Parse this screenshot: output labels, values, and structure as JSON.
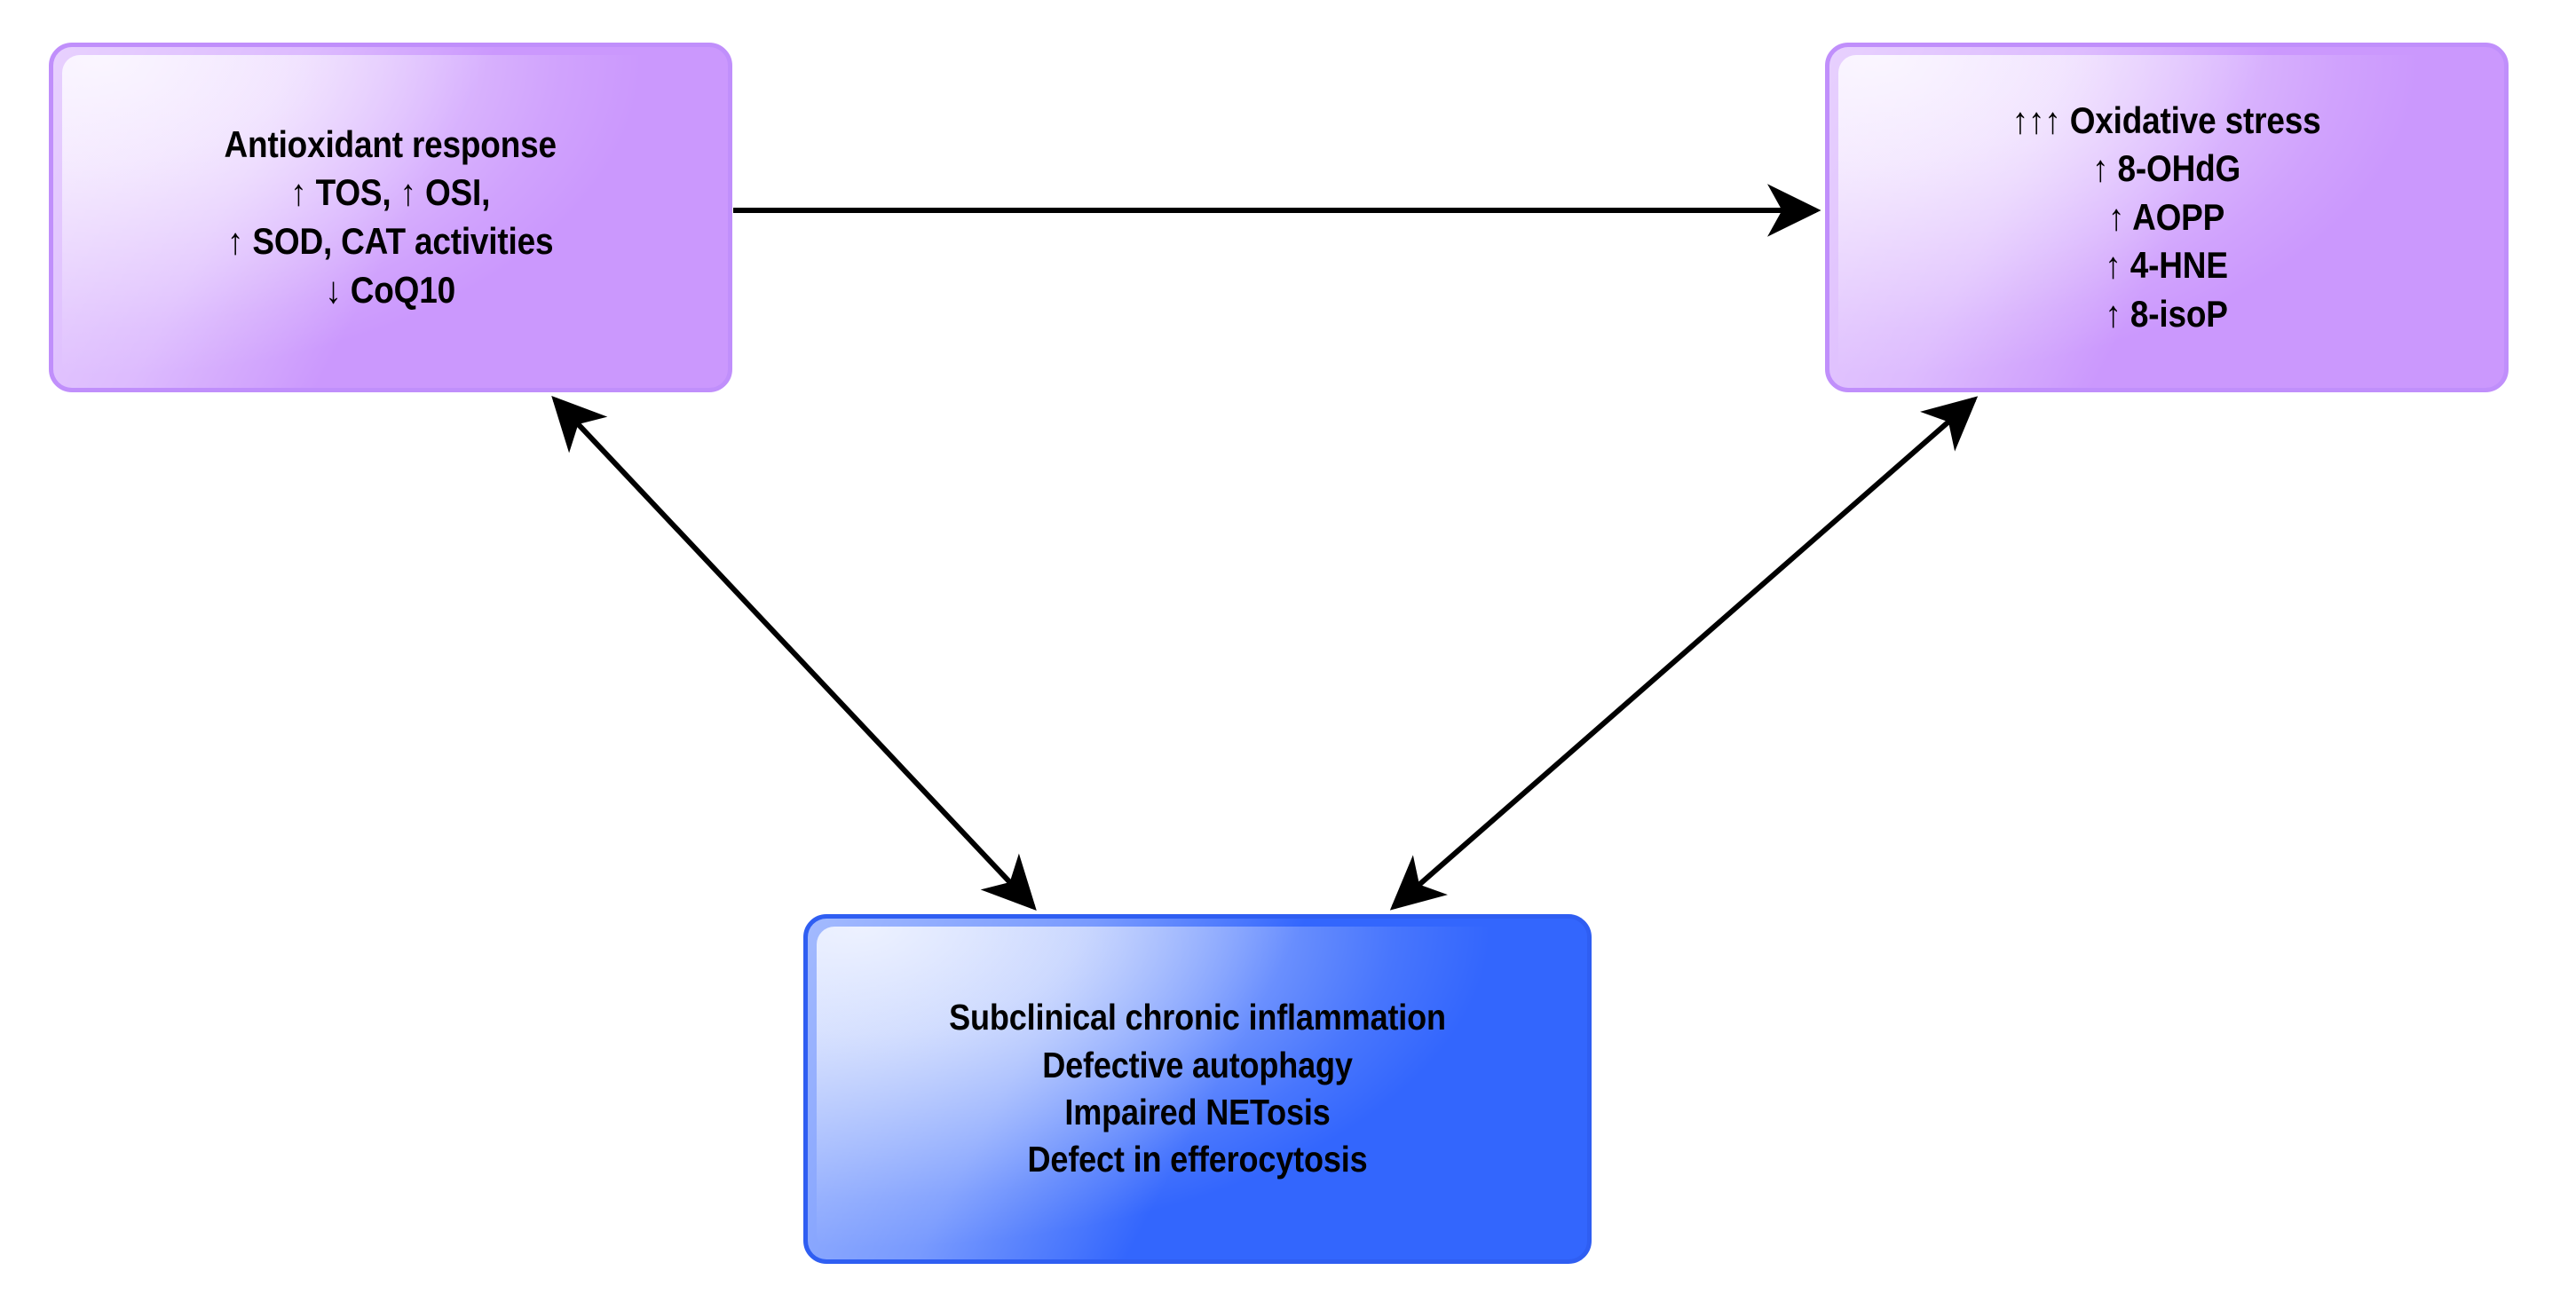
{
  "diagram": {
    "title": "Oxidative stress and subclinical chronic inflammation relationship diagram",
    "background_color": "#ffffff",
    "nodes": [
      {
        "id": "antioxidant-response",
        "text": "Antioxidant response\n↑ TOS, ↑ OSI,\n↑ SOD, CAT activities\n↓ CoQ10",
        "lines": [
          "Antioxidant response",
          "↑ TOS, ↑ OSI,",
          "↑ SOD, CAT activities",
          "↓ CoQ10"
        ],
        "fill_color": "#cb98fd",
        "border_color": "#c08ffb",
        "text_color": "#000000",
        "shape": "rounded-rectangle"
      },
      {
        "id": "oxidative-stress",
        "text": "↑↑↑ Oxidative stress\n↑ 8-OHdG\n↑ AOPP\n↑ 4-HNE\n↑ 8-isoP",
        "lines": [
          "↑↑↑ Oxidative stress",
          "↑ 8-OHdG",
          "↑ AOPP",
          "↑ 4-HNE",
          "↑ 8-isoP"
        ],
        "fill_color": "#cb98fd",
        "border_color": "#c08ffb",
        "text_color": "#000000",
        "shape": "rounded-rectangle"
      },
      {
        "id": "subclinical-inflammation",
        "text": "Subclinical chronic inflammation\nDefective autophagy\nImpaired NETosis\nDefect in efferocytosis",
        "lines": [
          "Subclinical chronic inflammation",
          "Defective autophagy",
          "Impaired NETosis",
          "Defect in efferocytosis"
        ],
        "fill_color": "#3366fd",
        "border_color": "#2f5ef2",
        "text_color": "#000000",
        "shape": "rounded-rectangle"
      }
    ],
    "connectors": [
      {
        "id": "antioxidant-to-oxidative",
        "from": "antioxidant-response",
        "to": "oxidative-stress",
        "style": "single-headed-arrow",
        "color": "#000000"
      },
      {
        "id": "antioxidant-inflammation",
        "from": "antioxidant-response",
        "to": "subclinical-inflammation",
        "style": "double-headed-arrow",
        "color": "#000000"
      },
      {
        "id": "oxidative-inflammation",
        "from": "oxidative-stress",
        "to": "subclinical-inflammation",
        "style": "double-headed-arrow",
        "color": "#000000"
      }
    ]
  }
}
